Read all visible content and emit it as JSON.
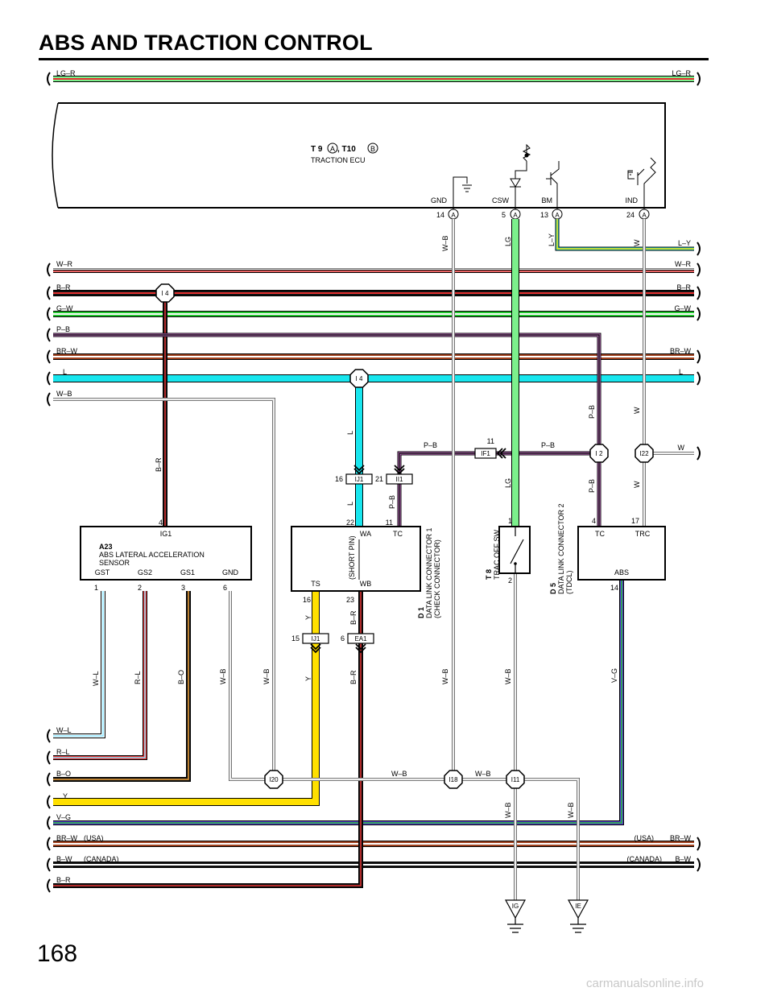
{
  "page": {
    "title": "ABS AND TRACTION CONTROL",
    "page_number": "168",
    "watermark": "carmanualsonline.info"
  },
  "colors": {
    "LG": "#7cf08c",
    "R": "#e63232",
    "B": "#111111",
    "G": "#22c52e",
    "P": "#e87fe8",
    "BR": "#a0411e",
    "L": "#18e6ee",
    "W": "#d9d9d9",
    "Y": "#ffe000",
    "V": "#5a3bd6",
    "O": "#f4a53c",
    "LB": "#8fe6ff"
  },
  "wire_labels": {
    "lg_r": "LG–R",
    "w_r": "W–R",
    "b_r": "B–R",
    "g_w": "G–W",
    "p_b": "P–B",
    "br_w": "BR–W",
    "l": "L",
    "w_b": "W–B",
    "l_y": "L–Y",
    "w": "W",
    "lg": "LG",
    "y": "Y",
    "w_l": "W–L",
    "r_l": "R–L",
    "b_o": "B–O",
    "v_g": "V–G",
    "b_w": "B–W"
  },
  "notes": {
    "usa": "(USA)",
    "canada": "(CANADA)"
  },
  "ecu": {
    "code": "T 9",
    "conn_a": "A",
    "sep": ", T10",
    "conn_b": "B",
    "name": "TRACTION ECU",
    "pins": {
      "gnd": "GND",
      "csw": "CSW",
      "bm": "BM",
      "ind": "IND"
    },
    "pin_numbers": {
      "gnd": "14",
      "csw": "5",
      "bm": "13",
      "ind": "24"
    }
  },
  "sensor": {
    "code": "A23",
    "line1": "ABS LATERAL ACCELERATION",
    "line2": "SENSOR",
    "top_pin": "IG1",
    "top_pin_no": "4",
    "pins": [
      "GST",
      "GS2",
      "GS1",
      "GND"
    ],
    "pin_numbers": [
      "1",
      "2",
      "3",
      "6"
    ]
  },
  "dlc1": {
    "pins": {
      "wa": "WA",
      "tc": "TC",
      "ts": "TS",
      "wb": "WB"
    },
    "short_pin": "(SHORT PIN)",
    "pin_numbers": {
      "wa": "22",
      "tc": "11",
      "ts": "16",
      "wb": "23"
    },
    "code": "D 1",
    "line1": "DATA LINK CONNECTOR 1",
    "line2": "(CHECK CONNECTOR)"
  },
  "switch": {
    "code": "T 8",
    "name": "TRAC OFF SW",
    "pin_top": "1",
    "pin_bottom": "2"
  },
  "dlc2": {
    "code": "D 5",
    "line1": "DATA LINK CONNECTOR 2",
    "line2": "(TDCL)",
    "pins": {
      "tc": "TC",
      "trc": "TRC",
      "abs": "ABS"
    },
    "pin_numbers": {
      "tc": "4",
      "trc": "17",
      "abs": "14"
    }
  },
  "connectors": {
    "ij1_top": {
      "label": "IJ1",
      "pin": "16"
    },
    "ii1": {
      "label": "II1",
      "pin": "21"
    },
    "if1": {
      "label": "IF1",
      "pin": "11"
    },
    "ij1_bot": {
      "label": "IJ1",
      "pin": "15"
    },
    "ea1": {
      "label": "EA1",
      "pin": "6"
    }
  },
  "junctions": {
    "i4a": "I 4",
    "i4b": "I 4",
    "i2": "I 2",
    "i22": "I22",
    "i20": "I20",
    "i18": "I18",
    "i11": "I11"
  },
  "grounds": {
    "ig": "IG",
    "ie": "IE"
  }
}
